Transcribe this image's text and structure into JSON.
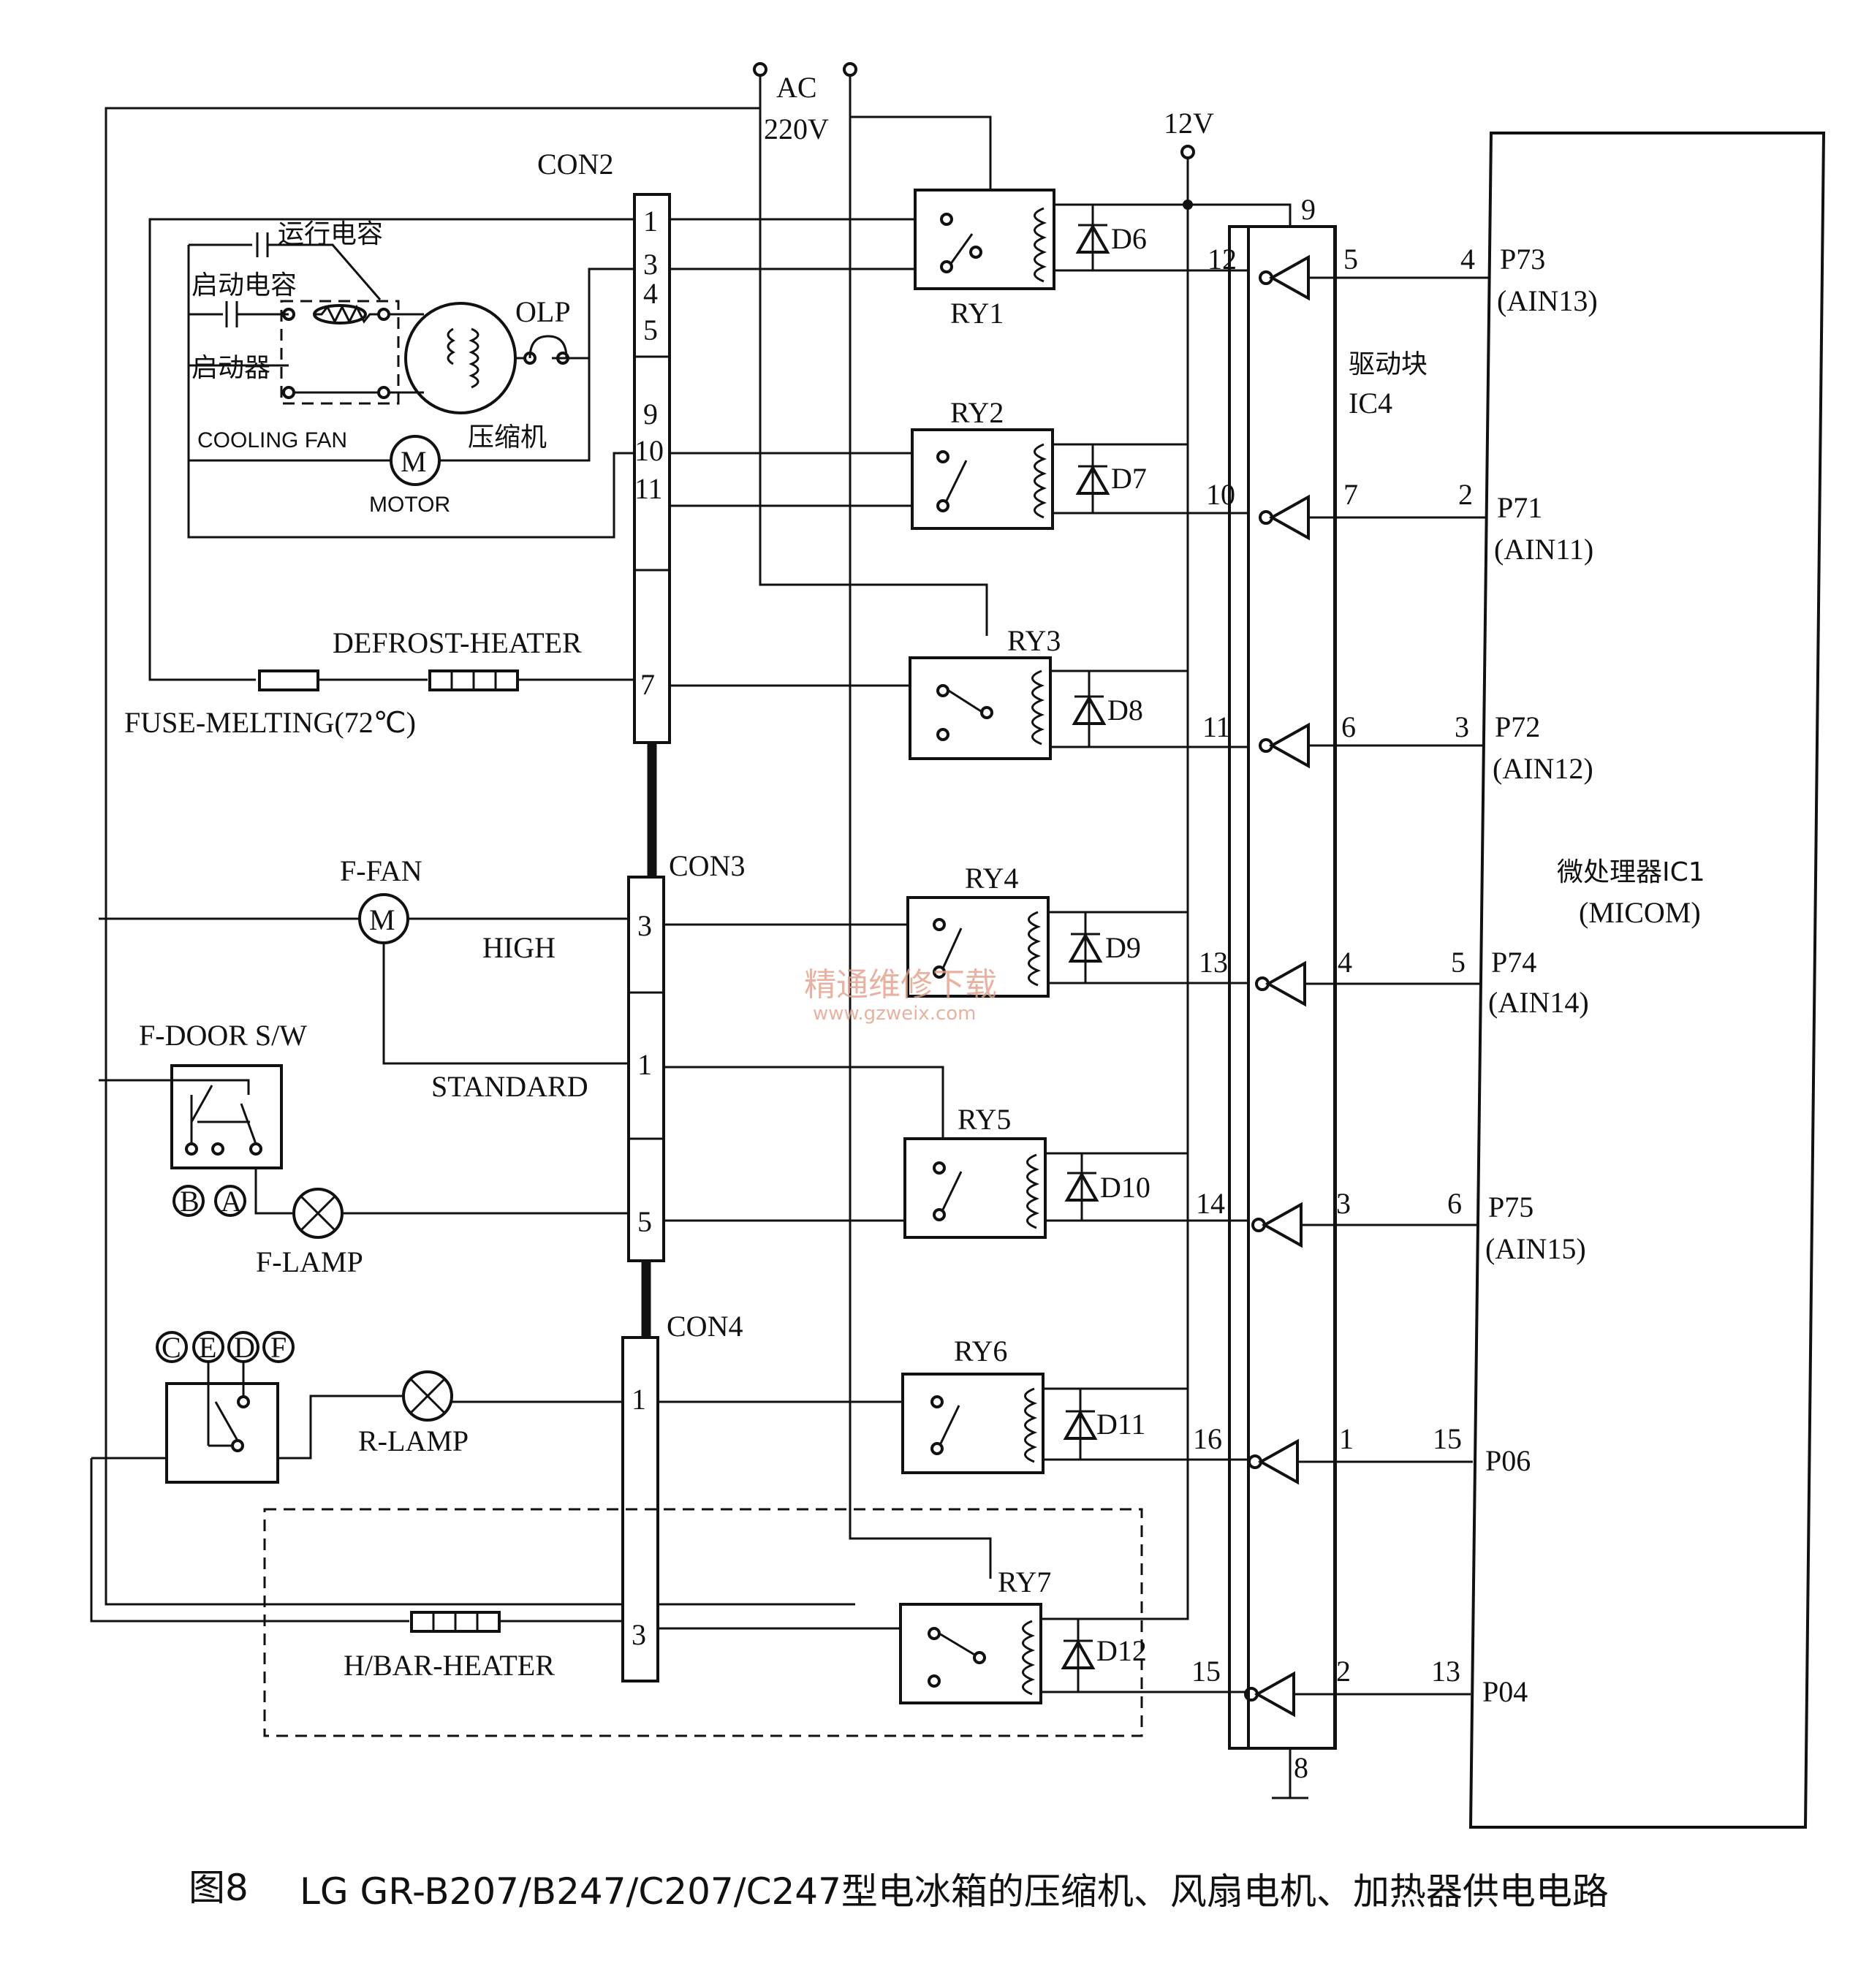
{
  "labels": {
    "ac": "AC",
    "ac_voltage": "220V",
    "v12": "12V",
    "con2": "CON2",
    "con3": "CON3",
    "con4": "CON4",
    "run_cap": "运行电容",
    "start_cap": "启动电容",
    "starter": "启动器",
    "olp": "OLP",
    "compressor": "压缩机",
    "cooling_fan": "COOLING  FAN",
    "motor": "MOTOR",
    "motor_m": "M",
    "defrost_heater": "DEFROST-HEATER",
    "fuse": "FUSE-MELTING(72℃)",
    "f_fan": "F-FAN",
    "f_fan_m": "M",
    "high": "HIGH",
    "standard": "STANDARD",
    "f_door": "F-DOOR S/W",
    "f_lamp": "F-LAMP",
    "r_lamp": "R-LAMP",
    "hbar_heater": "H/BAR-HEATER",
    "driver_block": "驱动块",
    "ic4": "IC4",
    "micro_name": "微处理器IC1",
    "micom": "(MICOM)",
    "term_a": "A",
    "term_b": "B",
    "term_c": "C",
    "term_e": "E",
    "term_d": "D",
    "term_f": "F"
  },
  "con2_pins": [
    "1",
    "3",
    "4",
    "5",
    "9",
    "10",
    "11",
    "7"
  ],
  "con3_pins": [
    "3",
    "1",
    "5"
  ],
  "con4_pins": [
    "1",
    "3"
  ],
  "relays": [
    {
      "name": "RY1",
      "diode": "D6",
      "ic_out": "12",
      "ic_in": "5",
      "mcu_pin": "4",
      "port": "P73",
      "port_alt": "(AIN13)"
    },
    {
      "name": "RY2",
      "diode": "D7",
      "ic_out": "10",
      "ic_in": "7",
      "mcu_pin": "2",
      "port": "P71",
      "port_alt": "(AIN11)"
    },
    {
      "name": "RY3",
      "diode": "D8",
      "ic_out": "11",
      "ic_in": "6",
      "mcu_pin": "3",
      "port": "P72",
      "port_alt": "(AIN12)"
    },
    {
      "name": "RY4",
      "diode": "D9",
      "ic_out": "13",
      "ic_in": "4",
      "mcu_pin": "5",
      "port": "P74",
      "port_alt": "(AIN14)"
    },
    {
      "name": "RY5",
      "diode": "D10",
      "ic_out": "14",
      "ic_in": "3",
      "mcu_pin": "6",
      "port": "P75",
      "port_alt": "(AIN15)"
    },
    {
      "name": "RY6",
      "diode": "D11",
      "ic_out": "16",
      "ic_in": "1",
      "mcu_pin": "15",
      "port": "P06",
      "port_alt": ""
    },
    {
      "name": "RY7",
      "diode": "D12",
      "ic_out": "15",
      "ic_in": "2",
      "mcu_pin": "13",
      "port": "P04",
      "port_alt": ""
    }
  ],
  "ic4_supply_pin": "9",
  "ic4_ground_pin": "8",
  "watermark": {
    "line1": "精通维修下载",
    "line2": "www.gzweix.com"
  },
  "caption": {
    "figure": "图8",
    "text": "LG GR-B207/B247/C207/C247型电冰箱的压缩机、风扇电机、加热器供电电路"
  }
}
